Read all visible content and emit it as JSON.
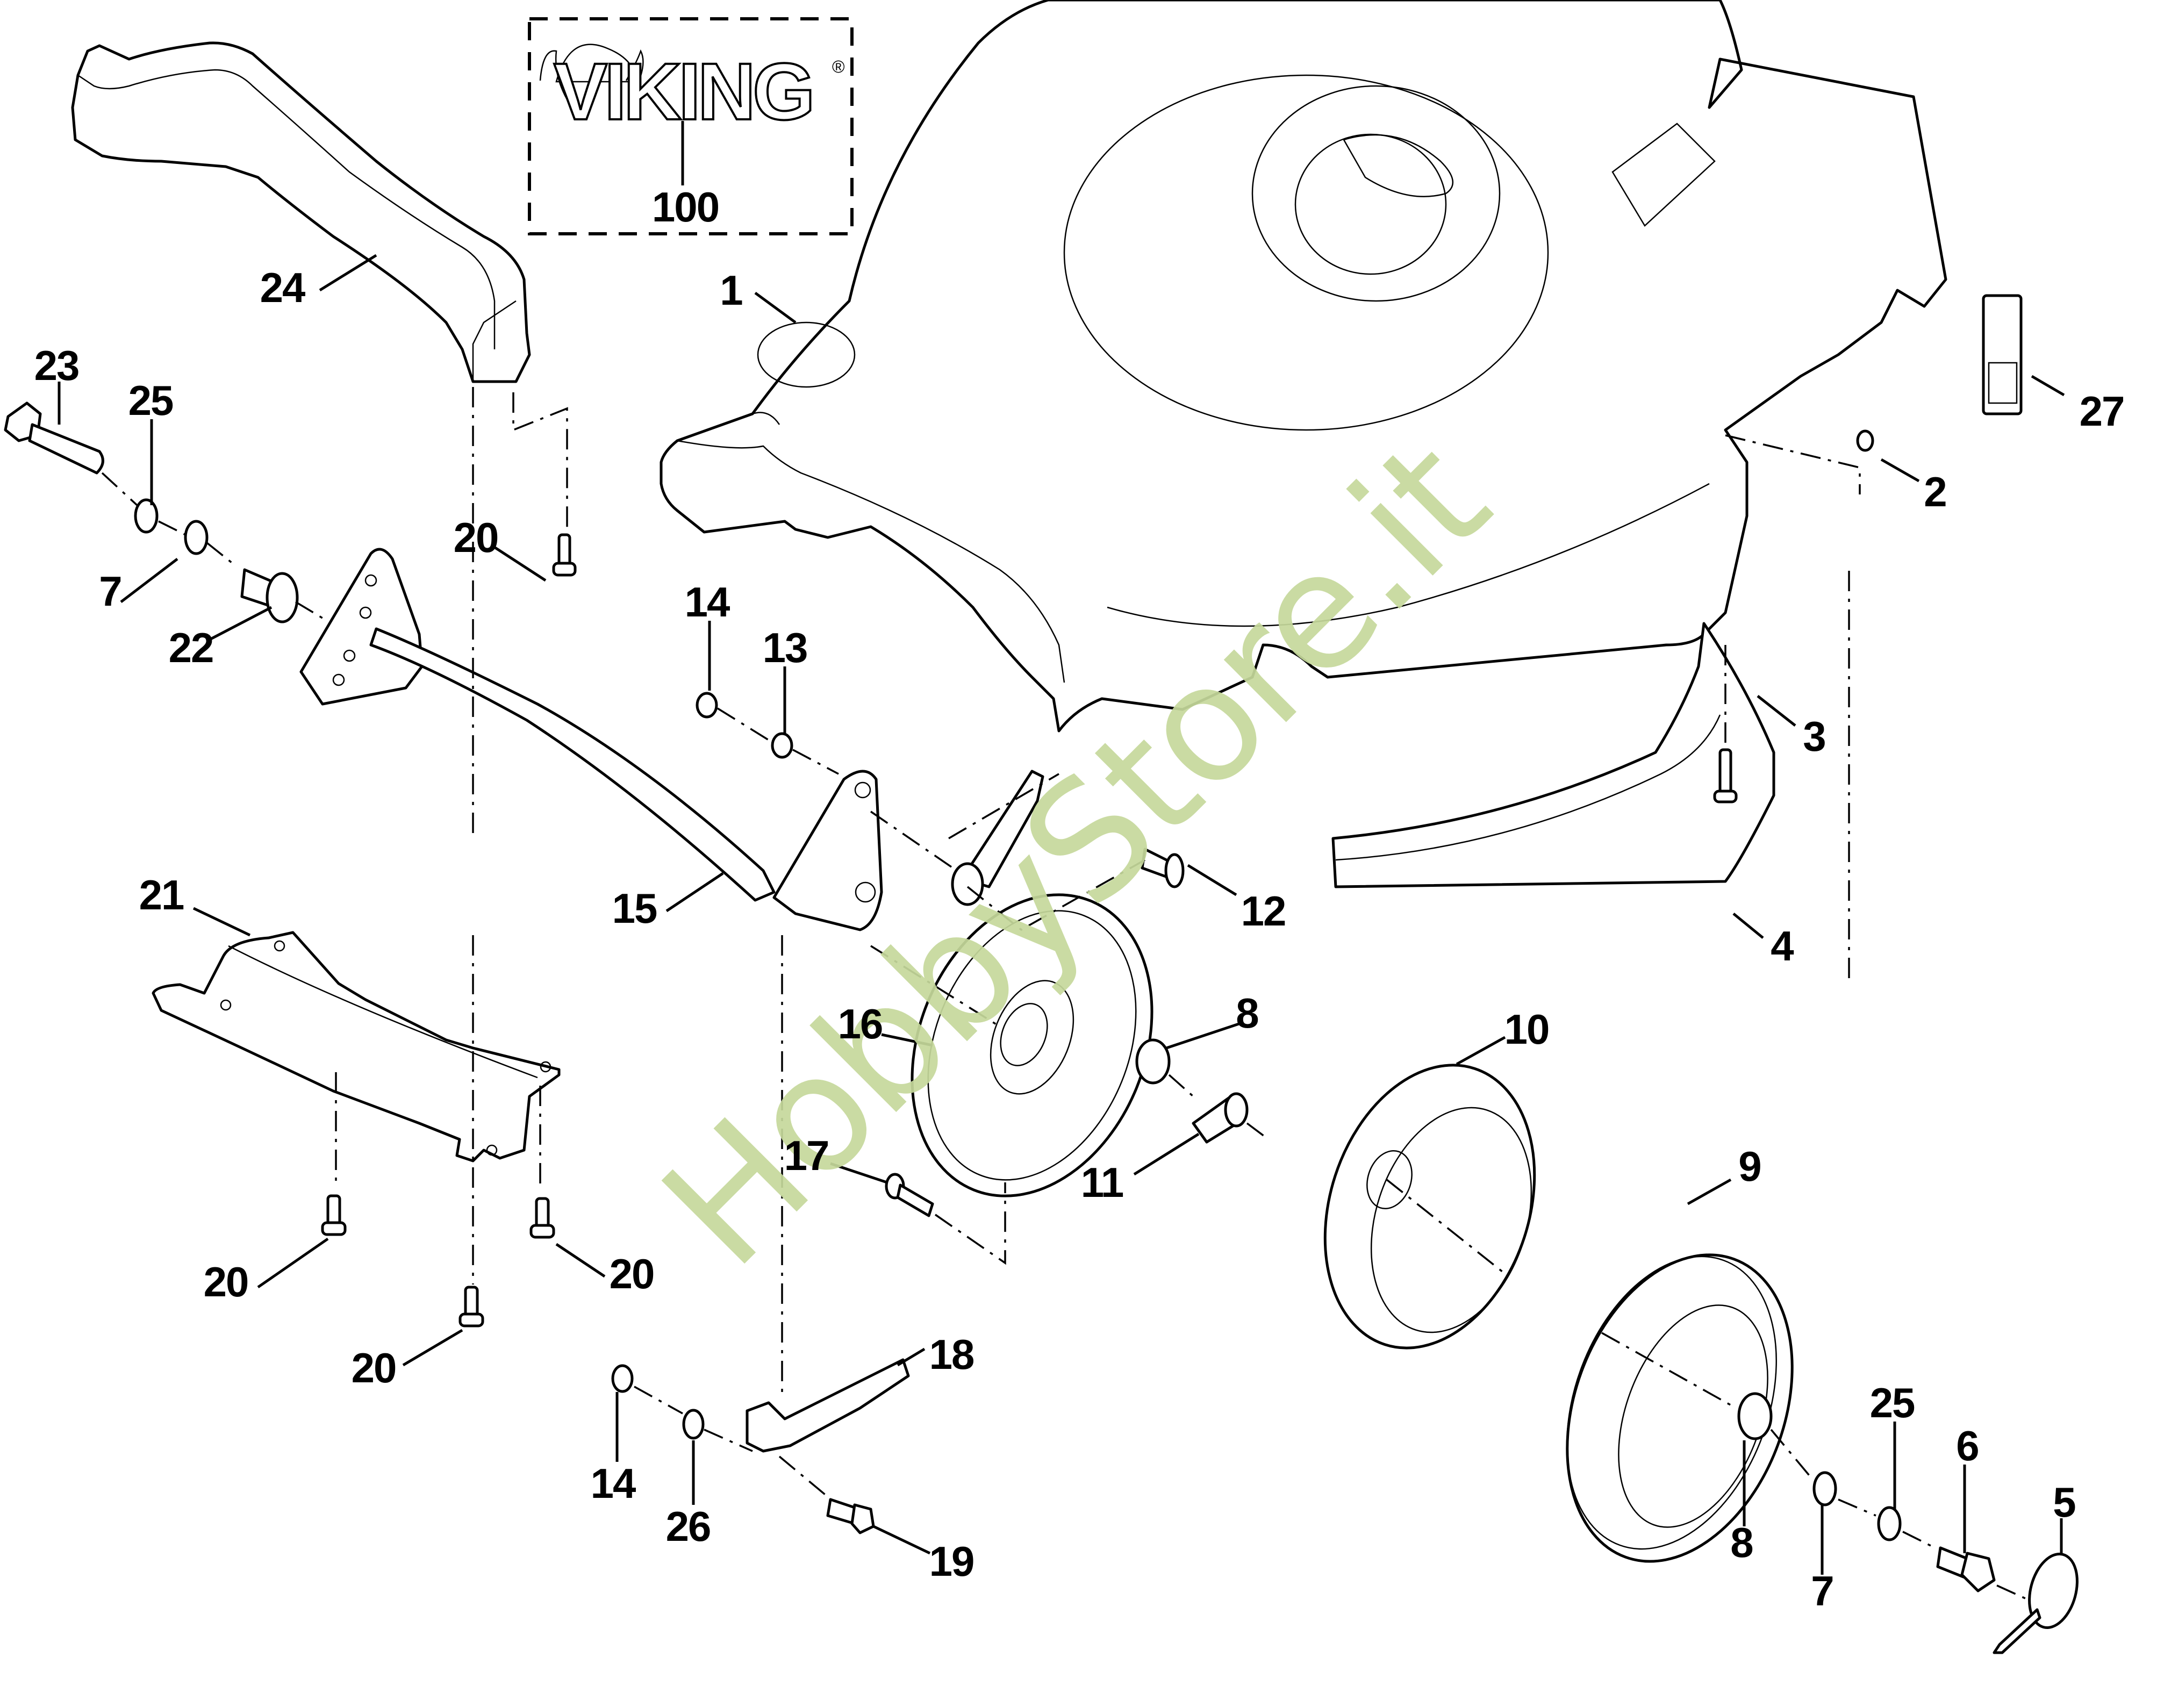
{
  "diagram": {
    "title": "Mower deck and wheel assembly exploded parts diagram",
    "brand_logo": {
      "text": "VIKING",
      "registered_mark": "®",
      "part_number": "100"
    },
    "watermark": {
      "text": "HobbyStore.it",
      "color": "#c6d99c"
    },
    "colors": {
      "line": "#000000",
      "background": "#ffffff",
      "watermark": "#c6d99c"
    },
    "part_labels": [
      {
        "id": "label-100",
        "text": "100",
        "part": "VIKING logo decal"
      },
      {
        "id": "label-24",
        "text": "24",
        "part": "handle bracket"
      },
      {
        "id": "label-1",
        "text": "1",
        "part": "mower deck housing"
      },
      {
        "id": "label-23",
        "text": "23",
        "part": "hex bolt"
      },
      {
        "id": "label-25a",
        "text": "25",
        "part": "serrated lock washer"
      },
      {
        "id": "label-27",
        "text": "27",
        "part": "instruction label"
      },
      {
        "id": "label-2",
        "text": "2",
        "part": "cap nut"
      },
      {
        "id": "label-20a",
        "text": "20",
        "part": "screw"
      },
      {
        "id": "label-7a",
        "text": "7",
        "part": "washer"
      },
      {
        "id": "label-14a",
        "text": "14",
        "part": "hex nut"
      },
      {
        "id": "label-13",
        "text": "13",
        "part": "washer"
      },
      {
        "id": "label-22",
        "text": "22",
        "part": "spacer pin"
      },
      {
        "id": "label-3",
        "text": "3",
        "part": "front bumper"
      },
      {
        "id": "label-21",
        "text": "21",
        "part": "cover plate"
      },
      {
        "id": "label-15",
        "text": "15",
        "part": "axle with brackets"
      },
      {
        "id": "label-12",
        "text": "12",
        "part": "countersunk screw"
      },
      {
        "id": "label-4",
        "text": "4",
        "part": "long screw"
      },
      {
        "id": "label-16",
        "text": "16",
        "part": "wheel cover disc"
      },
      {
        "id": "label-8a",
        "text": "8",
        "part": "ball bearing"
      },
      {
        "id": "label-10",
        "text": "10",
        "part": "wheel hub"
      },
      {
        "id": "label-11",
        "text": "11",
        "part": "bushing sleeve"
      },
      {
        "id": "label-17",
        "text": "17",
        "part": "screw"
      },
      {
        "id": "label-9",
        "text": "9",
        "part": "tire"
      },
      {
        "id": "label-20b",
        "text": "20",
        "part": "screw"
      },
      {
        "id": "label-20c",
        "text": "20",
        "part": "screw"
      },
      {
        "id": "label-20d",
        "text": "20",
        "part": "screw"
      },
      {
        "id": "label-18",
        "text": "18",
        "part": "height adjustment lever"
      },
      {
        "id": "label-14b",
        "text": "14",
        "part": "hex nut"
      },
      {
        "id": "label-26",
        "text": "26",
        "part": "washer"
      },
      {
        "id": "label-19",
        "text": "19",
        "part": "hex bolt"
      },
      {
        "id": "label-25b",
        "text": "25",
        "part": "serrated lock washer"
      },
      {
        "id": "label-6",
        "text": "6",
        "part": "hex bolt"
      },
      {
        "id": "label-5",
        "text": "5",
        "part": "hub cap"
      },
      {
        "id": "label-8b",
        "text": "8",
        "part": "ball bearing"
      },
      {
        "id": "label-7b",
        "text": "7",
        "part": "washer"
      }
    ]
  }
}
